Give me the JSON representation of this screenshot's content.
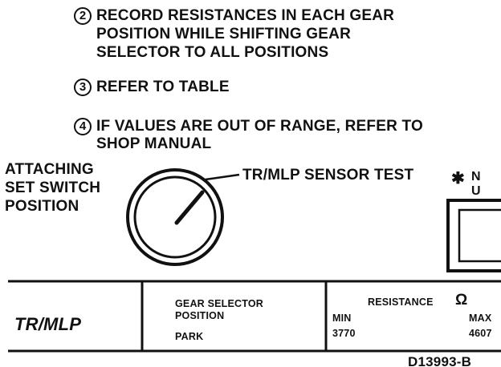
{
  "steps": [
    {
      "num": "2",
      "lines": [
        "RECORD RESISTANCES IN EACH GEAR",
        "POSITION WHILE SHIFTING GEAR",
        "SELECTOR TO ALL POSITIONS"
      ]
    },
    {
      "num": "3",
      "lines": [
        "REFER TO TABLE"
      ]
    },
    {
      "num": "4",
      "lines": [
        "IF VALUES ARE OUT OF RANGE, REFER TO",
        "SHOP MANUAL"
      ]
    }
  ],
  "left_label": [
    "ATTACHING",
    "SET SWITCH",
    "POSITION"
  ],
  "sensor_label": "TR/MLP SENSOR TEST",
  "edge_note": {
    "symbol": "✱",
    "line1": "N",
    "line2": "U"
  },
  "table": {
    "title": "TR/MLP",
    "gear_header": [
      "GEAR SELECTOR",
      "POSITION"
    ],
    "gear_value": "PARK",
    "resistance_header": "RESISTANCE",
    "resistance_unit": "Ω",
    "min_label": "MIN",
    "max_label": "MAX",
    "min_value": "3770",
    "max_value": "4607"
  },
  "figure_id": "D13993-B"
}
